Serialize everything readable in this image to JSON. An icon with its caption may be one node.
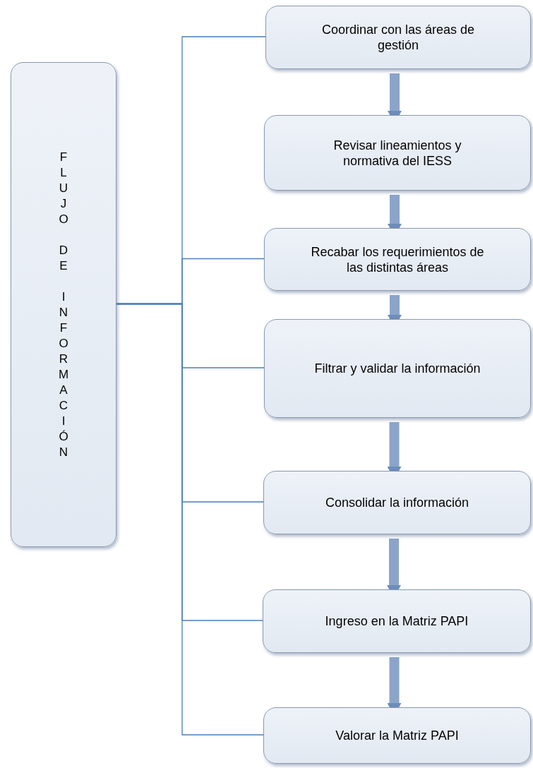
{
  "diagram": {
    "nodes": [
      {
        "text": [
          "FLUJO DE INFORMACIÓN"
        ]
      },
      {
        "text": [
          "Coordinar con las áreas de gestión"
        ]
      },
      {
        "text": [
          "Revisar lineamientos y normativa del IESS"
        ]
      },
      {
        "text": [
          "Recabar los requerimientos de las distintas áreas"
        ]
      },
      {
        "text": [
          "Filtrar y validar la información"
        ]
      },
      {
        "text": [
          "Consolidar la información"
        ]
      },
      {
        "text": [
          "Ingreso en la Matriz PAPI"
        ]
      },
      {
        "text": [
          "Valorar la Matriz PAPI"
        ]
      }
    ],
    "edges": [
      {
        "from": 0,
        "to": 1,
        "arrow": "none"
      },
      {
        "from": 0,
        "to": 3,
        "arrow": "none"
      },
      {
        "from": 0,
        "to": 4,
        "arrow": "none"
      },
      {
        "from": 0,
        "to": 5,
        "arrow": "none"
      },
      {
        "from": 0,
        "to": 6,
        "arrow": "none"
      },
      {
        "from": 0,
        "to": 7,
        "arrow": "none"
      },
      {
        "from": 1,
        "to": 2,
        "arrow": "to",
        "style": "thick"
      },
      {
        "from": 2,
        "to": 3,
        "arrow": "to",
        "style": "thick"
      },
      {
        "from": 3,
        "to": 4,
        "arrow": "to",
        "style": "thick"
      },
      {
        "from": 4,
        "to": 5,
        "arrow": "to",
        "style": "thick"
      },
      {
        "from": 5,
        "to": 6,
        "arrow": "to",
        "style": "thick"
      },
      {
        "from": 6,
        "to": 7,
        "arrow": "to",
        "style": "thick"
      }
    ]
  }
}
